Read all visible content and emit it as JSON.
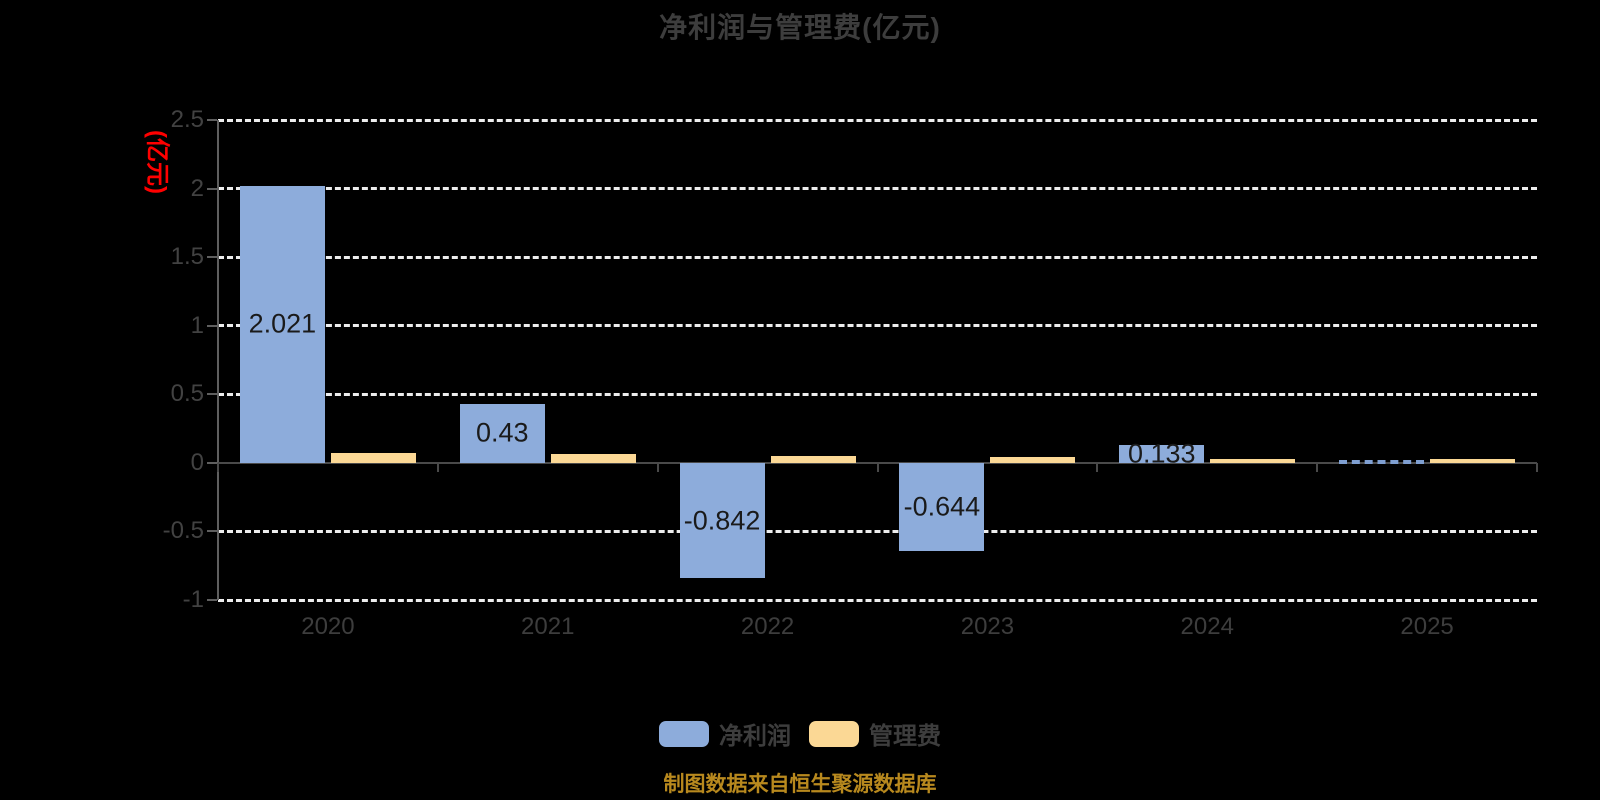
{
  "page": {
    "background": "#000000"
  },
  "chart_data": {
    "type": "bar",
    "title": "净利润与管理费(亿元)",
    "y_axis_name": "(亿元)",
    "y_axis_name_color": "#ff0000",
    "categories": [
      "2020",
      "2021",
      "2022",
      "2023",
      "2024",
      "2025"
    ],
    "series": [
      {
        "name": "净利润",
        "color": "#8dacdb",
        "values": [
          2.021,
          0.43,
          -0.842,
          -0.644,
          0.133,
          0
        ],
        "labels": [
          "2.021",
          "0.43",
          "-0.842",
          "-0.644",
          "0.133",
          ""
        ],
        "styles": [
          null,
          null,
          null,
          null,
          null,
          "dashed-zero"
        ]
      },
      {
        "name": "管理费",
        "color": "#fbd895",
        "values": [
          0.073,
          0.066,
          0.051,
          0.044,
          0.026,
          0.029
        ],
        "labels": [
          "",
          "",
          "",
          "",
          "",
          ""
        ],
        "styles": [
          null,
          null,
          null,
          null,
          null,
          null
        ]
      }
    ],
    "y_ticks": [
      {
        "label": "2.5",
        "value": 2.5
      },
      {
        "label": "2",
        "value": 2
      },
      {
        "label": "1.5",
        "value": 1.5
      },
      {
        "label": "1",
        "value": 1
      },
      {
        "label": "0.5",
        "value": 0.5
      },
      {
        "label": "0",
        "value": 0
      },
      {
        "label": "-0.5",
        "value": -0.5
      },
      {
        "label": "-1",
        "value": -1
      }
    ],
    "ylim": [
      -1,
      2.5
    ],
    "grid": "horizontal-dashed-white",
    "legend_position": "bottom",
    "source_note": "制图数据来自恒生聚源数据库"
  }
}
